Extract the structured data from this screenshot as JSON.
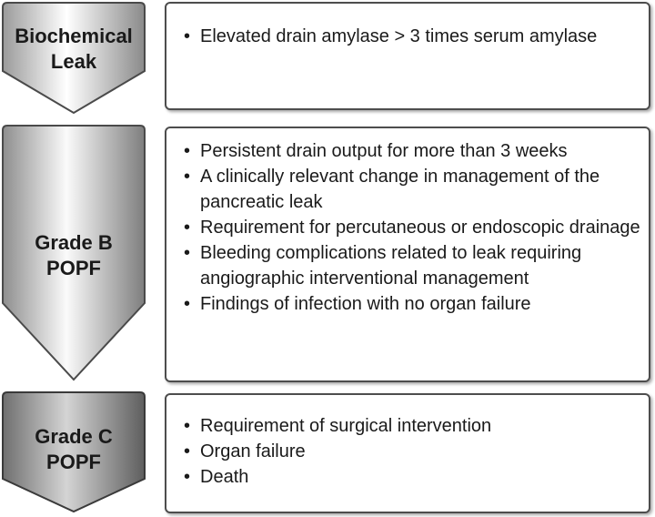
{
  "stages": [
    {
      "label_line1": "Biochemical",
      "label_line2": "Leak",
      "criteria": [
        "Elevated drain amylase > 3 times serum amylase"
      ]
    },
    {
      "label_line1": "Grade B",
      "label_line2": "POPF",
      "criteria": [
        "Persistent drain output for more than 3 weeks",
        "A clinically relevant change in management of the pancreatic leak",
        "Requirement for percutaneous or endoscopic drainage",
        "Bleeding complications related to leak requiring angiographic interventional management",
        "Findings of infection with no organ failure"
      ]
    },
    {
      "label_line1": "Grade C",
      "label_line2": "POPF",
      "criteria": [
        "Requirement of surgical intervention",
        "Organ failure",
        "Death"
      ]
    }
  ]
}
